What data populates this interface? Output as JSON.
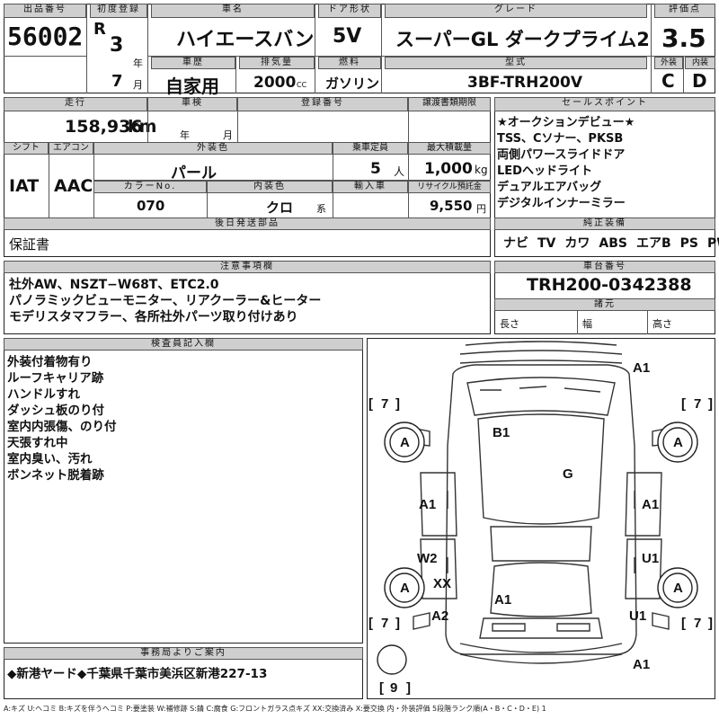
{
  "header": {
    "lot_label": "出品番号",
    "lot_no": "56002",
    "first_reg_label": "初度登録",
    "era": "R",
    "year": "3",
    "year_unit": "年",
    "month": "7",
    "month_unit": "月",
    "model_label": "車名",
    "model": "ハイエースバン",
    "doors_label": "ドア形状",
    "doors": "5V",
    "grade_label": "グレード",
    "grade": "スーパーGL ダークプライム2",
    "score_label": "評価点",
    "score": "3.5",
    "history_label": "車歴",
    "history": "自家用",
    "displacement_label": "排気量",
    "displacement": "2000",
    "cc_unit": "CC",
    "fuel_label": "燃料",
    "fuel": "ガソリン",
    "type_label": "型式",
    "type": "3BF-TRH200V",
    "ext_label": "外装",
    "ext_grade": "C",
    "int_label": "内装",
    "int_grade": "D"
  },
  "row2": {
    "mileage_label": "走行",
    "mileage": "158,936",
    "km_unit": "km",
    "inspection_label": "車検",
    "insp_year_unit": "年",
    "insp_month_unit": "月",
    "regno_label": "登録番号",
    "deadline_label": "譲渡書類期限",
    "shift_label": "シフト",
    "shift": "IAT",
    "ac_label": "エアコン",
    "ac": "AAC",
    "color_label": "外装色",
    "color": "パール",
    "capacity_label": "乗車定員",
    "capacity": "5",
    "capacity_unit": "人",
    "load_label": "最大積載量",
    "load": "1,000",
    "load_unit": "kg",
    "colorno_label": "カラーNo.",
    "colorno": "070",
    "interior_color_label": "内装色",
    "interior_color": "クロ",
    "interior_color_unit": "系",
    "import_label": "輸入車",
    "recycle_label": "リサイクル預託金",
    "recycle": "9,550",
    "recycle_unit": "円",
    "later_label": "後日発送部品",
    "later": "保証書"
  },
  "sales": {
    "label": "セールスポイント",
    "lines": [
      "★オークションデビュー★",
      "TSS、Cソナー、PKSB",
      "両側パワースライドドア",
      "LEDヘッドライト",
      "デュアルエアバッグ",
      "デジタルインナーミラー"
    ]
  },
  "equipment": {
    "label": "純正装備",
    "items": [
      "ナビ",
      "TV",
      "カワ",
      "ABS",
      "エアB",
      "PS",
      "PW"
    ]
  },
  "notes": {
    "label": "注意事項欄",
    "lines": [
      "社外AW、NSZT−W68T、ETC2.0",
      "パノラミックビューモニター、リアクーラー&ヒーター",
      "モデリスタマフラー、各所社外パーツ取り付けあり"
    ]
  },
  "chassis": {
    "label": "車台番号",
    "value": "TRH200-0342388",
    "dims_label": "諸元",
    "length_label": "長さ",
    "width_label": "幅",
    "height_label": "高さ"
  },
  "inspector": {
    "label": "検査員記入欄",
    "lines": [
      "外装付着物有り",
      "ルーフキャリア跡",
      "ハンドルすれ",
      "ダッシュ板のり付",
      "室内内張傷、のり付",
      "天張すれ中",
      "室内臭い、汚れ",
      "ボンネット脱着跡"
    ]
  },
  "diagram": {
    "marks": {
      "front_bumper": "A1",
      "roof": "B1",
      "windshield": "G",
      "left_front_door": "A1",
      "right_front_door": "A1",
      "left_slide": "W2",
      "right_slide": "U1",
      "left_xx": "XX",
      "rear_gate": "A1",
      "left_rear_quarter": "A2",
      "right_rear_quarter": "U1",
      "rear_bumper": "A1",
      "tire_lf": "A",
      "tire_rf": "A",
      "tire_lr": "A",
      "tire_rr": "A",
      "tread_lf": "7",
      "tread_rf": "7",
      "tread_lr": "7",
      "tread_rr": "7",
      "tread_spare": "9"
    }
  },
  "office": {
    "label": "事務局よりご案内",
    "text": "◆新港ヤード◆千葉県千葉市美浜区新港227-13"
  },
  "footnote": "A:キズ U:ヘコミ B:キズを伴うヘコミ P:要塗装 W:補修跡 S:錆 C:腐食 G:フロントガラス点キズ XX:交換済み X:要交換 内・外装評価 5段階ランク順(A・B・C・D・E) 1"
}
